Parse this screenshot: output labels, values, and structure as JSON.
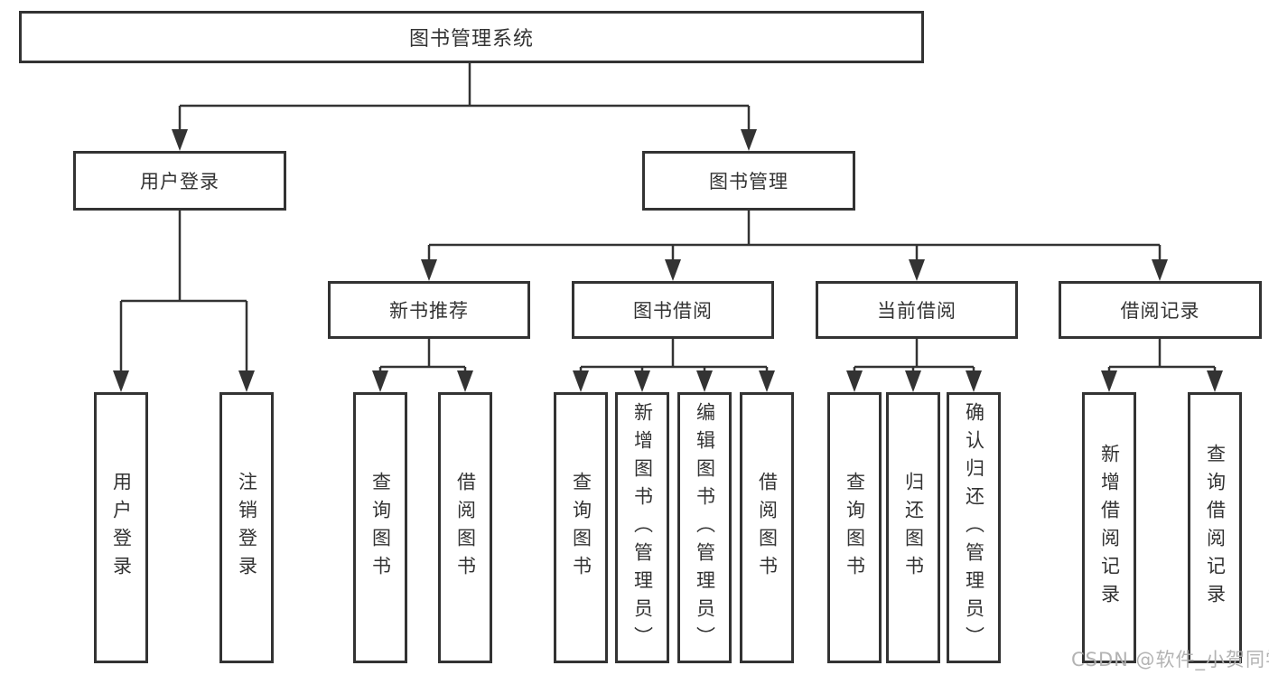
{
  "tree": {
    "label": "图书管理系统",
    "children": [
      {
        "label": "用户登录",
        "children": [
          {
            "label": "用户登录"
          },
          {
            "label": "注销登录"
          }
        ]
      },
      {
        "label": "图书管理",
        "children": [
          {
            "label": "新书推荐",
            "children": [
              {
                "label": "查询图书"
              },
              {
                "label": "借阅图书"
              }
            ]
          },
          {
            "label": "图书借阅",
            "children": [
              {
                "label": "查询图书"
              },
              {
                "label": "新增图书（管理员）"
              },
              {
                "label": "编辑图书（管理员）"
              },
              {
                "label": "借阅图书"
              }
            ]
          },
          {
            "label": "当前借阅",
            "children": [
              {
                "label": "查询图书"
              },
              {
                "label": "归还图书"
              },
              {
                "label": "确认归还（管理员）"
              }
            ]
          },
          {
            "label": "借阅记录",
            "children": [
              {
                "label": "新增借阅记录"
              },
              {
                "label": "查询借阅记录"
              }
            ]
          }
        ]
      }
    ]
  },
  "watermark": "CSDN @软件_小贺同学",
  "colors": {
    "box_border": "#333333",
    "connector_line": "#333333",
    "text": "#333333",
    "watermark": "#afafaf",
    "background": "#ffffff"
  }
}
